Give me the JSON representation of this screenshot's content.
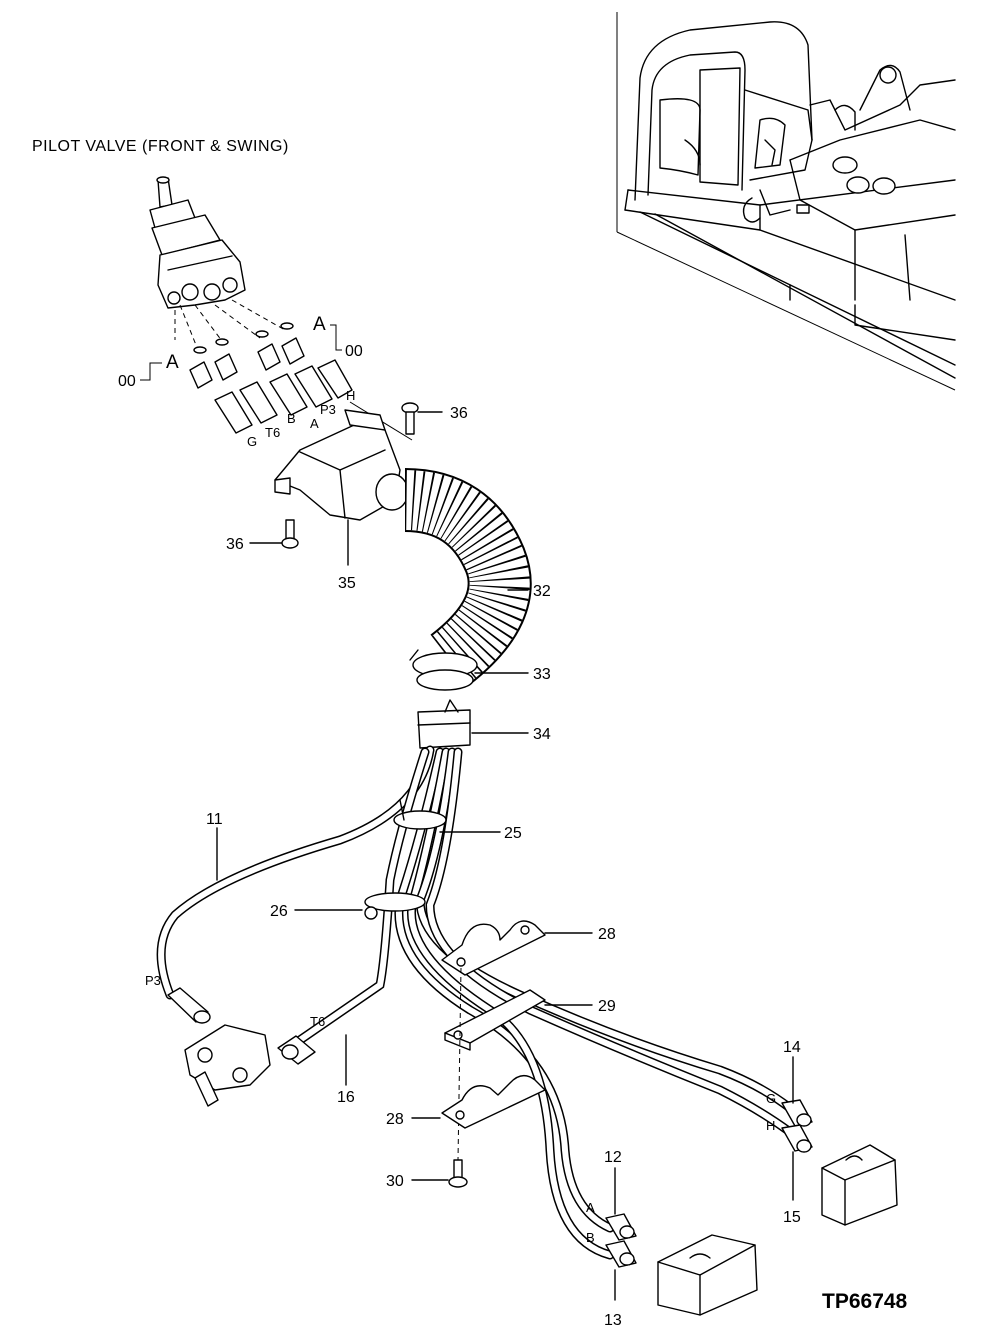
{
  "title": "PILOT  VALVE  (FRONT & SWING)",
  "drawing_code": "TP66748",
  "callouts": {
    "c36a": "36",
    "c36b": "36",
    "c35": "35",
    "c32": "32",
    "c33": "33",
    "c34": "34",
    "c25": "25",
    "c11": "11",
    "c26": "26",
    "c28a": "28",
    "c29": "29",
    "c16": "16",
    "c28b": "28",
    "c30": "30",
    "c14": "14",
    "c15": "15",
    "c12": "12",
    "c13": "13",
    "c00a": "00",
    "c00b": "00"
  },
  "port_labels": {
    "a_top": "A",
    "a_left": "A",
    "p3_top": "P3",
    "h_top": "H",
    "t6_top": "T6",
    "b_top": "B",
    "a_small": "A",
    "g_top": "G",
    "p3_low": "P3",
    "t6_low": "T6",
    "g_low": "G",
    "h_low": "H",
    "a_low": "A",
    "b_low": "B"
  }
}
